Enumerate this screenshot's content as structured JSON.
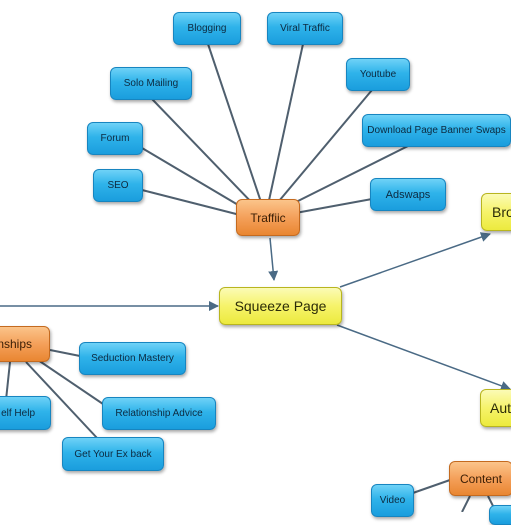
{
  "colors": {
    "blue": "#2fb3ea",
    "orange": "#f4a05a",
    "yellow": "#f6f36a",
    "line": "#4f5f6e",
    "arrow": "#4a6a85"
  },
  "nodes": {
    "blogging": "Blogging",
    "viral_traffic": "Viral Traffic",
    "solo_mailing": "Solo Mailing",
    "youtube": "Youtube",
    "forum": "Forum",
    "download_page_banner_swaps": "Download Page Banner Swaps",
    "seo": "SEO",
    "adswaps": "Adswaps",
    "traffic": "Traffiic",
    "squeeze_page": "Squeeze Page",
    "bro": "Bro",
    "relationships": "nships",
    "seduction_mastery": "Seduction Mastery",
    "self_help": "elf Help",
    "relationship_advice": "Relationship Advice",
    "get_your_ex_back": "Get Your Ex back",
    "auto": "Aut",
    "content": "Content",
    "video": "Video"
  }
}
